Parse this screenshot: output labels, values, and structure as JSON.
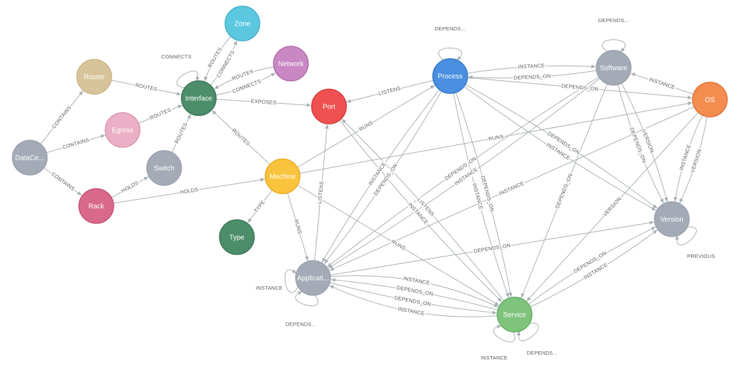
{
  "nodes": [
    {
      "id": "datacenter",
      "label": "DataCe...",
      "color": "#a5abb6",
      "stroke": "#9aa1ac"
    },
    {
      "id": "router",
      "label": "Router",
      "color": "#d8c49a",
      "stroke": "#c9b483"
    },
    {
      "id": "egress",
      "label": "Egress",
      "color": "#ebb0c6",
      "stroke": "#d996b1"
    },
    {
      "id": "switch",
      "label": "Switch",
      "color": "#a5abb6",
      "stroke": "#9aa1ac"
    },
    {
      "id": "rack",
      "label": "Rack",
      "color": "#d9698b",
      "stroke": "#c44f74"
    },
    {
      "id": "interface",
      "label": "Interface",
      "color": "#4c8e6a",
      "stroke": "#3b7656"
    },
    {
      "id": "zone",
      "label": "Zone",
      "color": "#5cc8e0",
      "stroke": "#45b2ca"
    },
    {
      "id": "network",
      "label": "Network",
      "color": "#c987c3",
      "stroke": "#b26eac"
    },
    {
      "id": "port",
      "label": "Port",
      "color": "#ef5151",
      "stroke": "#d63b3b"
    },
    {
      "id": "machine",
      "label": "Machine",
      "color": "#f9c33d",
      "stroke": "#e8ad25"
    },
    {
      "id": "type",
      "label": "Type",
      "color": "#4c8e6a",
      "stroke": "#3b7656"
    },
    {
      "id": "application",
      "label": "Applicati...",
      "color": "#a5abb6",
      "stroke": "#9aa1ac"
    },
    {
      "id": "process",
      "label": "Process",
      "color": "#4a8fe0",
      "stroke": "#3377cc"
    },
    {
      "id": "software",
      "label": "Software",
      "color": "#a5abb6",
      "stroke": "#9aa1ac"
    },
    {
      "id": "os",
      "label": "OS",
      "color": "#f58c4f",
      "stroke": "#e0733a"
    },
    {
      "id": "version",
      "label": "Version",
      "color": "#a5abb6",
      "stroke": "#9aa1ac"
    },
    {
      "id": "service",
      "label": "Service",
      "color": "#7fc47d",
      "stroke": "#62ad60"
    }
  ],
  "edges": [
    {
      "from": "datacenter",
      "to": "router",
      "label": "CONTAINS"
    },
    {
      "from": "datacenter",
      "to": "egress",
      "label": "CONTAINS"
    },
    {
      "from": "datacenter",
      "to": "rack",
      "label": "CONTAINS"
    },
    {
      "from": "router",
      "to": "interface",
      "label": "ROUTES"
    },
    {
      "from": "egress",
      "to": "interface",
      "label": "ROUTES"
    },
    {
      "from": "switch",
      "to": "interface",
      "label": "ROUTES"
    },
    {
      "from": "rack",
      "to": "switch",
      "label": "HOLDS"
    },
    {
      "from": "rack",
      "to": "machine",
      "label": "HOLDS"
    },
    {
      "from": "interface",
      "to": "interface",
      "label": "CONNECTS"
    },
    {
      "from": "zone",
      "to": "interface",
      "label": "ROUTES"
    },
    {
      "from": "interface",
      "to": "zone",
      "label": "CONNECTS"
    },
    {
      "from": "network",
      "to": "interface",
      "label": "ROUTES"
    },
    {
      "from": "interface",
      "to": "network",
      "label": "CONNECTS"
    },
    {
      "from": "interface",
      "to": "port",
      "label": "EXPOSES"
    },
    {
      "from": "machine",
      "to": "interface",
      "label": "ROUTES"
    },
    {
      "from": "machine",
      "to": "type",
      "label": "TYPE"
    },
    {
      "from": "machine",
      "to": "application",
      "label": "RUNS"
    },
    {
      "from": "machine",
      "to": "process",
      "label": "RUNS"
    },
    {
      "from": "machine",
      "to": "service",
      "label": "RUNS"
    },
    {
      "from": "machine",
      "to": "os",
      "label": "RUNS"
    },
    {
      "from": "process",
      "to": "port",
      "label": "LISTENS"
    },
    {
      "from": "application",
      "to": "port",
      "label": "LISTENS"
    },
    {
      "from": "service",
      "to": "port",
      "label": "LISTENS"
    },
    {
      "from": "process",
      "to": "process",
      "label": "DEPENDS..."
    },
    {
      "from": "process",
      "to": "software",
      "label": "INSTANCE"
    },
    {
      "from": "software",
      "to": "process",
      "label": "DEPENDS_ON"
    },
    {
      "from": "process",
      "to": "os",
      "label": "DEPENDS_ON"
    },
    {
      "from": "process",
      "to": "application",
      "label": "INSTANCE"
    },
    {
      "from": "process",
      "to": "application",
      "label": "DEPENDS_ON"
    },
    {
      "from": "process",
      "to": "service",
      "label": "DEPENDS_ON"
    },
    {
      "from": "process",
      "to": "service",
      "label": "INSTANCE"
    },
    {
      "from": "process",
      "to": "version",
      "label": "DEPENDS_ON"
    },
    {
      "from": "process",
      "to": "version",
      "label": "INSTANCE"
    },
    {
      "from": "software",
      "to": "software",
      "label": "DEPENDS..."
    },
    {
      "from": "os",
      "to": "software",
      "label": "INSTANCE"
    },
    {
      "from": "software",
      "to": "version",
      "label": "VERSION"
    },
    {
      "from": "software",
      "to": "version",
      "label": "DEPENDS_ON"
    },
    {
      "from": "software",
      "to": "application",
      "label": "DEPENDS_ON"
    },
    {
      "from": "software",
      "to": "service",
      "label": "DEPENDS_ON"
    },
    {
      "from": "software",
      "to": "application",
      "label": "INSTANCE"
    },
    {
      "from": "os",
      "to": "version",
      "label": "VERSION"
    },
    {
      "from": "os",
      "to": "version",
      "label": "INSTANCE"
    },
    {
      "from": "os",
      "to": "service",
      "label": "VERSION"
    },
    {
      "from": "os",
      "to": "application",
      "label": "INSTANCE"
    },
    {
      "from": "version",
      "to": "version",
      "label": "PREVIOUS"
    },
    {
      "from": "application",
      "to": "version",
      "label": "DEPENDS_ON"
    },
    {
      "from": "service",
      "to": "version",
      "label": "DEPENDS_ON"
    },
    {
      "from": "service",
      "to": "version",
      "label": "INSTANCE"
    },
    {
      "from": "application",
      "to": "application",
      "label": "INSTANCE"
    },
    {
      "from": "application",
      "to": "application",
      "label": "DEPENDS..."
    },
    {
      "from": "application",
      "to": "service",
      "label": "INSTANCE"
    },
    {
      "from": "service",
      "to": "application",
      "label": "DEPENDS_ON"
    },
    {
      "from": "application",
      "to": "service",
      "label": "DEPENDS_ON"
    },
    {
      "from": "service",
      "to": "service",
      "label": "INSTANCE"
    },
    {
      "from": "service",
      "to": "service",
      "label": "DEPENDS..."
    },
    {
      "from": "service",
      "to": "application",
      "label": "INSTANCE"
    },
    {
      "from": "port",
      "to": "service",
      "label": "INSTANCE"
    }
  ]
}
